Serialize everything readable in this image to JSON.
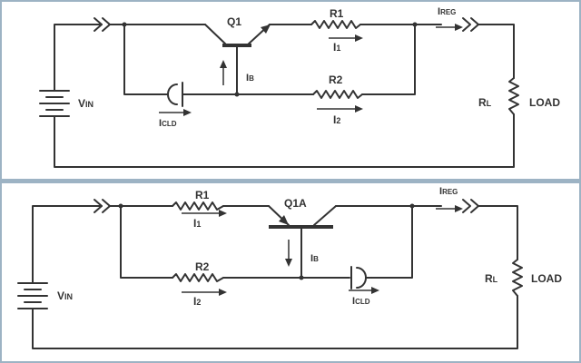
{
  "top": {
    "supply": {
      "label": "V",
      "sub": "IN"
    },
    "transistor": "Q1",
    "r1": "R1",
    "r2": "R2",
    "i1": {
      "main": "I",
      "sub": "1"
    },
    "i2": {
      "main": "I",
      "sub": "2"
    },
    "ib": {
      "main": "I",
      "sub": "B"
    },
    "icld": {
      "main": "I",
      "sub": "CLD"
    },
    "ireg": {
      "main": "I",
      "sub": "REG"
    },
    "rl": {
      "main": "R",
      "sub": "L"
    },
    "load": "LOAD"
  },
  "bottom": {
    "supply": {
      "label": "V",
      "sub": "IN"
    },
    "transistor": "Q1A",
    "r1": "R1",
    "r2": "R2",
    "i1": {
      "main": "I",
      "sub": "1"
    },
    "i2": {
      "main": "I",
      "sub": "2"
    },
    "ib": {
      "main": "I",
      "sub": "B"
    },
    "icld": {
      "main": "I",
      "sub": "CLD"
    },
    "ireg": {
      "main": "I",
      "sub": "REG"
    },
    "rl": {
      "main": "R",
      "sub": "L"
    },
    "load": "LOAD"
  }
}
